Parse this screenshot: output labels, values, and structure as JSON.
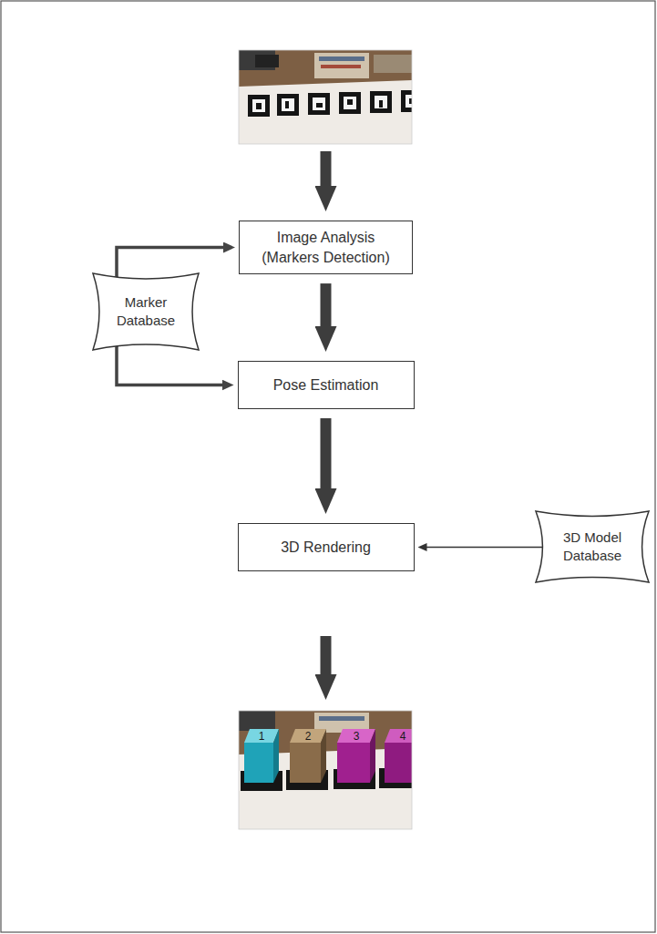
{
  "diagram": {
    "nodes": [
      {
        "text": [
          "Image Analysis (Markers Detection)"
        ]
      },
      {
        "text": [
          "Marker Database"
        ]
      },
      {
        "text": [
          "Pose Estimation"
        ]
      },
      {
        "text": [
          "3D Rendering"
        ]
      },
      {
        "text": [
          "3D Model Database"
        ]
      }
    ],
    "edges": [
      {
        "from": 0,
        "to": 2,
        "arrow": "to"
      },
      {
        "from": 1,
        "to": 0,
        "arrow": "to"
      },
      {
        "from": 1,
        "to": 2,
        "arrow": "to"
      },
      {
        "from": 2,
        "to": 3,
        "arrow": "to"
      },
      {
        "from": 4,
        "to": 3,
        "arrow": "to"
      }
    ],
    "labels": [
      "1",
      "2",
      "3",
      "4"
    ]
  }
}
